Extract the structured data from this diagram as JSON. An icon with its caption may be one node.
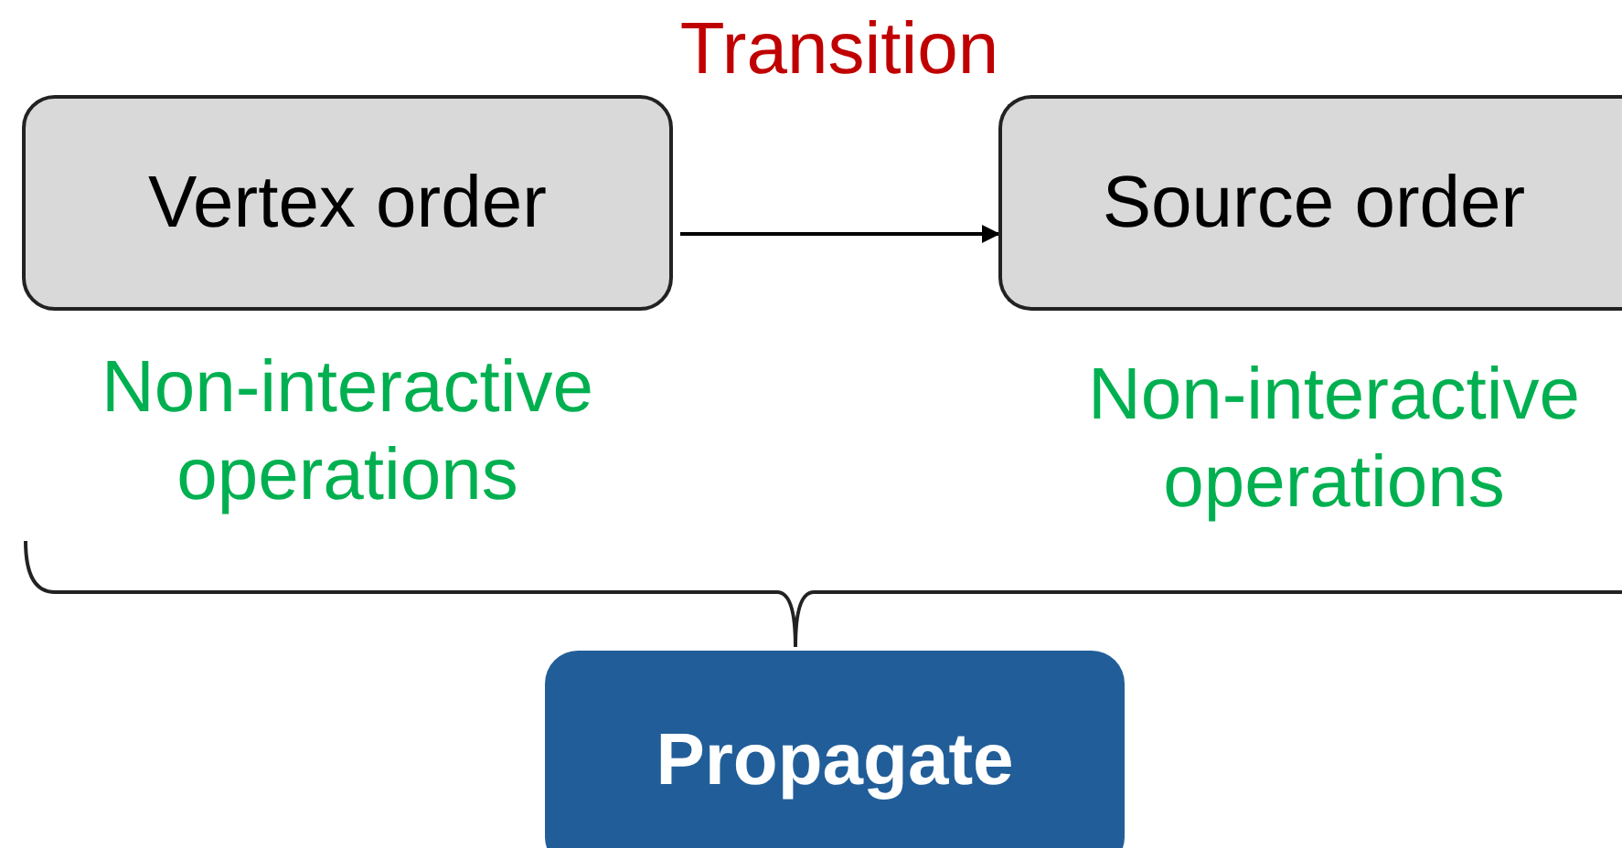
{
  "diagram": {
    "nodes": [
      {
        "text": [
          "Vertex order"
        ],
        "beside": [
          "Non-interactive operations"
        ]
      },
      {
        "text": [
          "Source order"
        ],
        "beside": [
          "Non-interactive operations"
        ]
      },
      {
        "text": [
          "Propagate"
        ]
      }
    ],
    "edges": [
      {
        "from": 0,
        "to": 1,
        "arrow": "to",
        "label": "Transition"
      }
    ]
  }
}
